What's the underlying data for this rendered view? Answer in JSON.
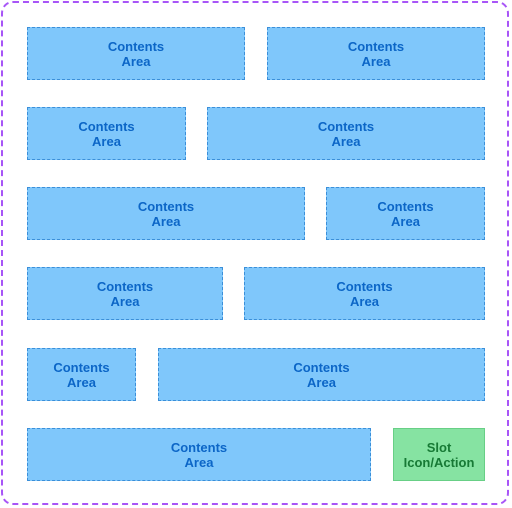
{
  "boxes": {
    "content_label_line1": "Contents",
    "content_label_line2": "Area",
    "slot_label_line1": "Slot",
    "slot_label_line2": "Icon/Action"
  },
  "colors": {
    "frame_border": "#a855f7",
    "content_fill": "#7fc7fb",
    "content_border": "#3b8fd9",
    "content_text": "#0c66c7",
    "slot_fill": "#86e3a2",
    "slot_text": "#177a35"
  }
}
